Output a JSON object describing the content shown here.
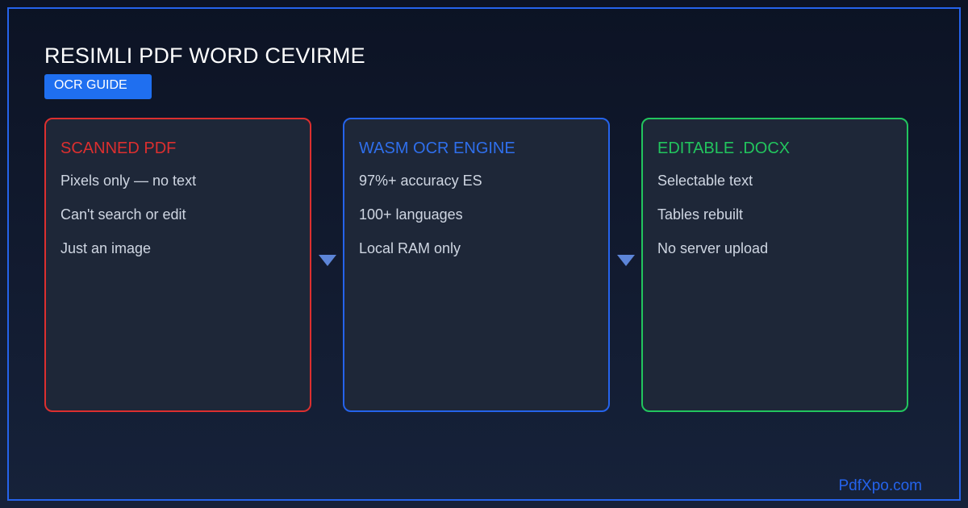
{
  "header": {
    "title": "RESIMLI PDF WORD CEVIRME",
    "badge": "OCR GUIDE"
  },
  "steps": [
    {
      "heading": "SCANNED PDF",
      "color": "#dc2f2f",
      "items": [
        "Pixels only — no text",
        "Can't search or edit",
        "Just an image"
      ]
    },
    {
      "heading": "WASM OCR ENGINE",
      "color": "#2563eb",
      "items": [
        "97%+ accuracy ES",
        "100+ languages",
        "Local RAM only"
      ]
    },
    {
      "heading": "EDITABLE .DOCX",
      "color": "#22c55e",
      "items": [
        "Selectable text",
        "Tables rebuilt",
        "No server upload"
      ]
    }
  ],
  "arrows": [
    {
      "icon": "triangle-down-icon"
    },
    {
      "icon": "triangle-down-icon"
    }
  ],
  "footer": {
    "brand": "PdfXpo.com"
  },
  "colors": {
    "background": "#0d1426",
    "frame_border": "#2563eb",
    "badge": "#1f6ff0",
    "arrow": "#5d85d8",
    "card_background": "#1e2738"
  }
}
